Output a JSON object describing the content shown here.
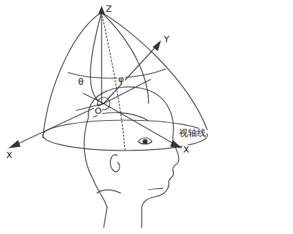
{
  "diagram": {
    "labels": [
      "Z",
      "Y",
      "X",
      "X",
      "视轴线",
      "θ",
      "φ",
      "O"
    ]
  }
}
